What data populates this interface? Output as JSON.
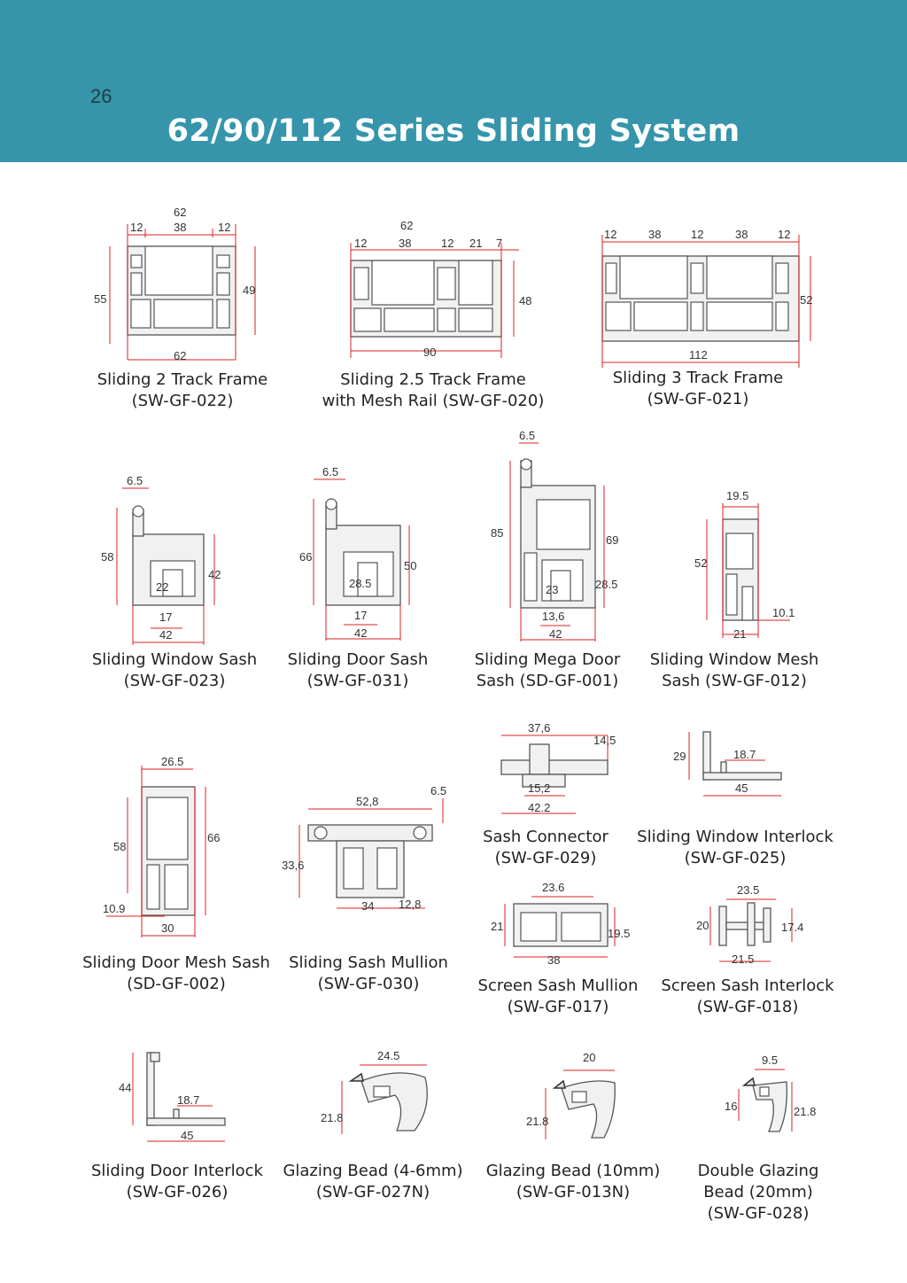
{
  "page": {
    "number": "26",
    "title": "62/90/112 Series Sliding System"
  },
  "products": [
    {
      "caption": [
        "Sliding 2 Track Frame",
        "(SW-GF-022)"
      ],
      "dims": [
        "62",
        "12",
        "38",
        "12",
        "55",
        "49",
        "62"
      ]
    },
    {
      "caption": [
        "Sliding 2.5 Track Frame",
        "with Mesh Rail (SW-GF-020)"
      ],
      "dims": [
        "62",
        "12",
        "38",
        "12",
        "21",
        "7",
        "48",
        "90"
      ]
    },
    {
      "caption": [
        "Sliding 3 Track Frame",
        "(SW-GF-021)"
      ],
      "dims": [
        "12",
        "38",
        "12",
        "38",
        "12",
        "52",
        "112"
      ]
    },
    {
      "caption": [
        "Sliding Window Sash",
        "(SW-GF-023)"
      ],
      "dims": [
        "6.5",
        "58",
        "42",
        "22",
        "17",
        "42"
      ]
    },
    {
      "caption": [
        "Sliding Door Sash",
        "(SW-GF-031)"
      ],
      "dims": [
        "6.5",
        "66",
        "50",
        "28.5",
        "17",
        "42"
      ]
    },
    {
      "caption": [
        "Sliding Mega Door",
        "Sash (SD-GF-001)"
      ],
      "dims": [
        "6.5",
        "85",
        "69",
        "28.5",
        "23",
        "13,6",
        "42"
      ]
    },
    {
      "caption": [
        "Sliding Window Mesh",
        "Sash (SW-GF-012)"
      ],
      "dims": [
        "19.5",
        "52",
        "10.1",
        "21"
      ]
    },
    {
      "caption": [
        "Sash Connector",
        "(SW-GF-029)"
      ],
      "dims": [
        "37,6",
        "14,5",
        "15,2",
        "42.2"
      ]
    },
    {
      "caption": [
        "Sliding Window Interlock",
        "(SW-GF-025)"
      ],
      "dims": [
        "29",
        "18.7",
        "45"
      ]
    },
    {
      "caption": [
        "Sliding Door Mesh Sash",
        "(SD-GF-002)"
      ],
      "dims": [
        "26.5",
        "58",
        "66",
        "10.9",
        "30"
      ]
    },
    {
      "caption": [
        "Sliding Sash Mullion",
        "(SW-GF-030)"
      ],
      "dims": [
        "52,8",
        "6.5",
        "33,6",
        "34",
        "12,8"
      ]
    },
    {
      "caption": [
        "Screen Sash Mullion",
        "(SW-GF-017)"
      ],
      "dims": [
        "23.6",
        "21",
        "19.5",
        "38"
      ]
    },
    {
      "caption": [
        "Screen Sash Interlock",
        "(SW-GF-018)"
      ],
      "dims": [
        "23.5",
        "20",
        "17.4",
        "21.5"
      ]
    },
    {
      "caption": [
        "Sliding Door Interlock",
        "(SW-GF-026)"
      ],
      "dims": [
        "44",
        "18.7",
        "45"
      ]
    },
    {
      "caption": [
        "Glazing Bead (4-6mm)",
        "(SW-GF-027N)"
      ],
      "dims": [
        "24.5",
        "21.8"
      ]
    },
    {
      "caption": [
        "Glazing Bead (10mm)",
        "(SW-GF-013N)"
      ],
      "dims": [
        "20",
        "21.8"
      ]
    },
    {
      "caption": [
        "Double Glazing",
        "Bead (20mm)",
        "(SW-GF-028)"
      ],
      "dims": [
        "9.5",
        "16",
        "21.8"
      ]
    }
  ]
}
